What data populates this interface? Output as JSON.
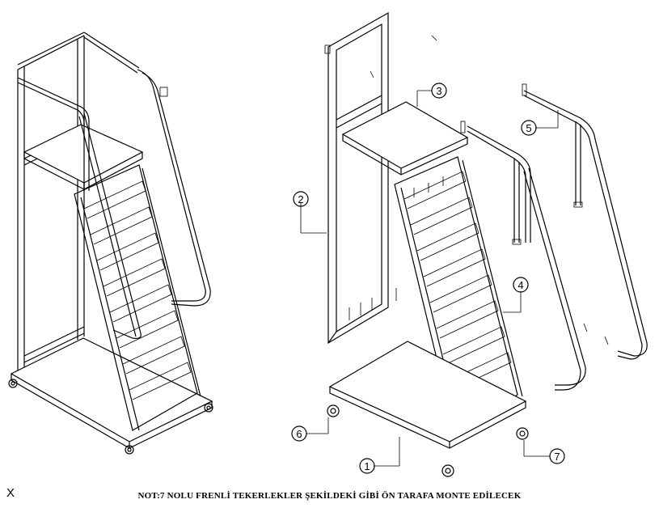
{
  "note": "NOT:7 NOLU FRENLİ TEKERLEKLER ŞEKİLDEKİ GİBİ ÖN TARAFA MONTE EDİLECEK",
  "corner_mark": "X",
  "callouts": [
    {
      "id": "1",
      "label": "1"
    },
    {
      "id": "2",
      "label": "2"
    },
    {
      "id": "3",
      "label": "3"
    },
    {
      "id": "4",
      "label": "4"
    },
    {
      "id": "5",
      "label": "5"
    },
    {
      "id": "6",
      "label": "6"
    },
    {
      "id": "7",
      "label": "7"
    }
  ]
}
